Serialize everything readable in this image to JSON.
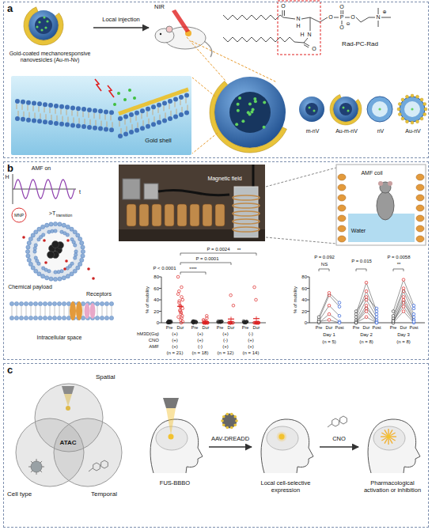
{
  "diagram": {
    "nodes": [
      {
        "text": [
          "a"
        ]
      },
      {
        "text": [
          "Gold-coated mechanoresponsive nanovesicles (Au-m-Nv)"
        ],
        "in": 0
      },
      {
        "text": [
          "NIR"
        ],
        "in": 0
      },
      {
        "text": [
          "m-nV"
        ],
        "in": 0
      },
      {
        "text": [
          "Au-m-nV"
        ],
        "in": 0
      },
      {
        "text": [
          "nV"
        ],
        "in": 0
      },
      {
        "text": [
          "Au-nV"
        ],
        "in": 0
      },
      {
        "text": [
          "b"
        ]
      },
      {
        "text": [
          "c"
        ]
      },
      {
        "text": [
          "Spatial"
        ],
        "in": 8
      },
      {
        "text": [
          "Cell type"
        ],
        "in": 8
      },
      {
        "text": [
          "Temporal"
        ],
        "in": 8
      },
      {
        "text": [
          "FUS-BBBO"
        ],
        "in": 8
      },
      {
        "text": [
          "Local cell-selective expression"
        ],
        "in": 8
      },
      {
        "text": [
          "Pharmacological activation or inhibition"
        ],
        "in": 8
      }
    ],
    "edges": [
      {
        "from": 1,
        "to": 2,
        "label": "Local injection",
        "arrow": "to"
      },
      {
        "from": 12,
        "to": 13,
        "label": "AAV-DREADD",
        "arrow": "to"
      },
      {
        "from": 13,
        "to": 14,
        "label": "CNO",
        "arrow": "to"
      }
    ],
    "labels": [
      "O",
      "N",
      "H",
      "O",
      "P",
      "O",
      "O",
      "⊖",
      "O",
      "N",
      "⊕",
      "H",
      "N",
      "O",
      "Rad-PC-Rad",
      "Gold shell",
      "AMF on",
      "H",
      "t",
      "MNP",
      ">T",
      "transition",
      "Chemical payload",
      "Receptors",
      "Intracellular space",
      "Magnetic field",
      "AMF coil",
      "Water",
      "P < 0.0001",
      "****",
      "P = 0.0001",
      "P = 0.0024",
      "**",
      "% of mobility",
      "0",
      "20",
      "40",
      "60",
      "80",
      "Pre",
      "Dur",
      "Pre",
      "Dur",
      "Pre",
      "Dur",
      "Pre",
      "Dur",
      "hM3D(Gq)",
      "(+)",
      "(+)",
      "(+)",
      "(-)",
      "CNO",
      "(+)",
      "(+)",
      "(-)",
      "(+)",
      "AMF",
      "(+)",
      "(-)",
      "(+)",
      "(+)",
      "(n = 21)",
      "(n = 18)",
      "(n = 12)",
      "(n = 14)",
      "P = 0.092",
      "NS",
      "P = 0.015",
      "P = 0.0058",
      "**",
      "% of mobility",
      "0",
      "20",
      "40",
      "60",
      "80",
      "Pre",
      "Dur",
      "Post",
      "Pre",
      "Dur",
      "Post",
      "Pre",
      "Dur",
      "Post",
      "Day 1",
      "Day 2",
      "Day 3",
      "(n = 5)",
      "(n = 8)",
      "(n = 8)",
      "ATAC"
    ]
  }
}
